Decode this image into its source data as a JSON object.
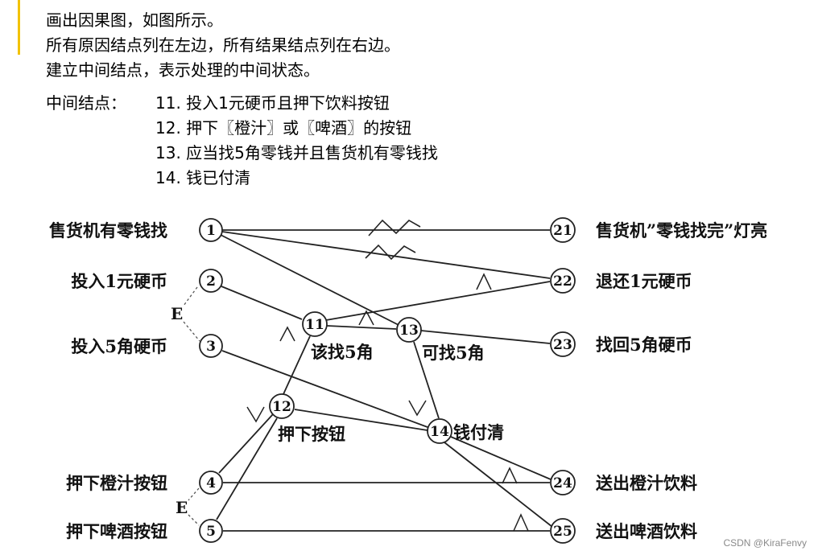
{
  "intro": {
    "line1": "画出因果图，如图所示。",
    "line2": "所有原因结点列在左边，所有结果结点列在右边。",
    "line3": "建立中间结点，表示处理的中间状态。",
    "mid_label": "中间结点：",
    "mid_items": [
      "11. 投入1元硬币且押下饮料按钮",
      "12. 押下〖橙汁〗或〖啤酒〗的按钮",
      "13. 应当找5角零钱并且售货机有零钱找",
      "14. 钱已付清"
    ]
  },
  "causes": [
    {
      "id": "1",
      "label": "售货机有零钱找"
    },
    {
      "id": "2",
      "label": "投入1元硬币"
    },
    {
      "id": "3",
      "label": "投入5角硬币"
    },
    {
      "id": "4",
      "label": "押下橙汁按钮"
    },
    {
      "id": "5",
      "label": "押下啤酒按钮"
    }
  ],
  "intermediates": [
    {
      "id": "11",
      "label": "该找5角"
    },
    {
      "id": "12",
      "label": "押下按钮"
    },
    {
      "id": "13",
      "label": "可找5角"
    },
    {
      "id": "14",
      "label": "钱付清"
    }
  ],
  "effects": [
    {
      "id": "21",
      "label": "售货机”零钱找完”灯亮"
    },
    {
      "id": "22",
      "label": "退还1元硬币"
    },
    {
      "id": "23",
      "label": "找回5角硬币"
    },
    {
      "id": "24",
      "label": "送出橙汁饮料"
    },
    {
      "id": "25",
      "label": "送出啤酒饮料"
    }
  ],
  "constraints": {
    "e1": "E",
    "e2": "E"
  },
  "watermark": "CSDN @KiraFenvy"
}
